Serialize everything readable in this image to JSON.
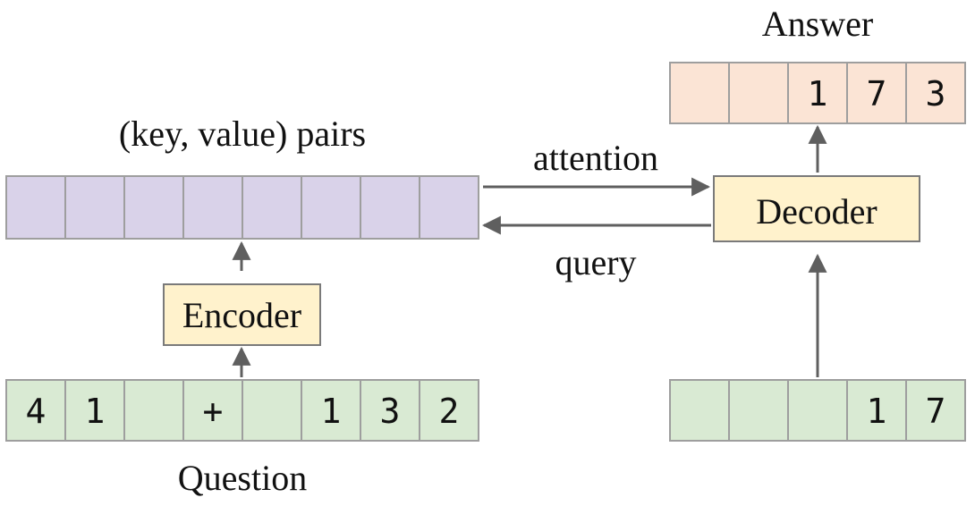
{
  "labels": {
    "answer": "Answer",
    "kv_pairs": "(key, value) pairs",
    "attention": "attention",
    "query": "query",
    "question": "Question"
  },
  "encoder": {
    "label": "Encoder"
  },
  "decoder": {
    "label": "Decoder"
  },
  "question_cells": [
    "4",
    "1",
    "",
    "+",
    "",
    "1",
    "3",
    "2"
  ],
  "kv_cells": [
    "",
    "",
    "",
    "",
    "",
    "",
    "",
    ""
  ],
  "answer_cells": [
    "",
    "",
    "1",
    "7",
    "3"
  ],
  "decoder_input_cells": [
    "",
    "",
    "",
    "1",
    "7"
  ],
  "colors": {
    "question_fill": "#d9ead3",
    "kv_fill": "#d9d2e9",
    "answer_fill": "#fbe4d5",
    "box_fill": "#fff2cc",
    "cell_stroke": "#9e9e9e",
    "arrow": "#5f5f5f"
  }
}
